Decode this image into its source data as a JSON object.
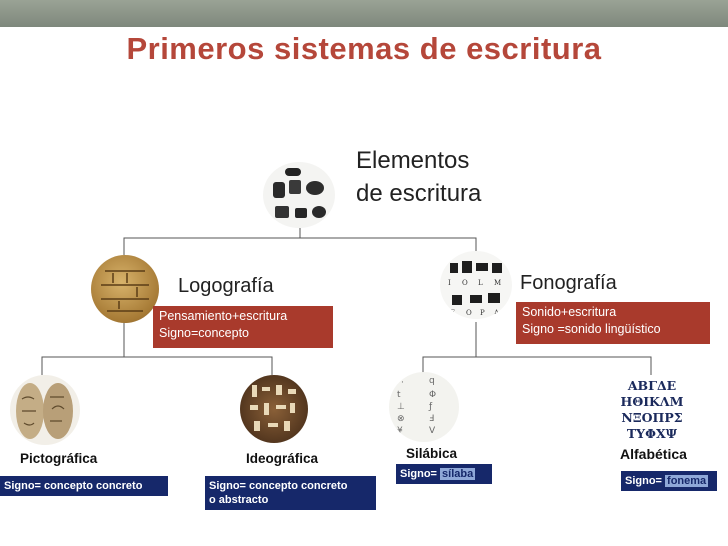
{
  "title": "Primeros sistemas de escritura",
  "root": {
    "line1": "Elementos",
    "line2": "de escritura"
  },
  "logografia": {
    "label": "Logografía",
    "desc1": "Pensamiento+escritura",
    "desc2": "Signo=concepto"
  },
  "fonografia": {
    "label": "Fonografía",
    "desc1": "Sonido+escritura",
    "desc2": "Signo =sonido lingüístico"
  },
  "pictografica": {
    "label": "Pictográfica",
    "desc": "Signo= concepto concreto"
  },
  "ideografica": {
    "label": "Ideográfica",
    "desc1": "Signo= concepto concreto",
    "desc2": "o abstracto"
  },
  "silabica": {
    "label": "Silábica",
    "desc_prefix": "Signo= ",
    "desc_term": "sílaba"
  },
  "alfabetica": {
    "label": "Alfabética",
    "desc_prefix": "Signo= ",
    "desc_term": "fonema",
    "letters": [
      "ΑΒΓΔΕ",
      "ΗΘΙΚΛΜ",
      "ΝΞΟΠΡΣ",
      "ΤΥΦΧΨ"
    ]
  },
  "colors": {
    "title": "#b5473a",
    "redbox": "#a93a2c",
    "bluebox": "#16286a",
    "topbar": "#8a9386"
  }
}
